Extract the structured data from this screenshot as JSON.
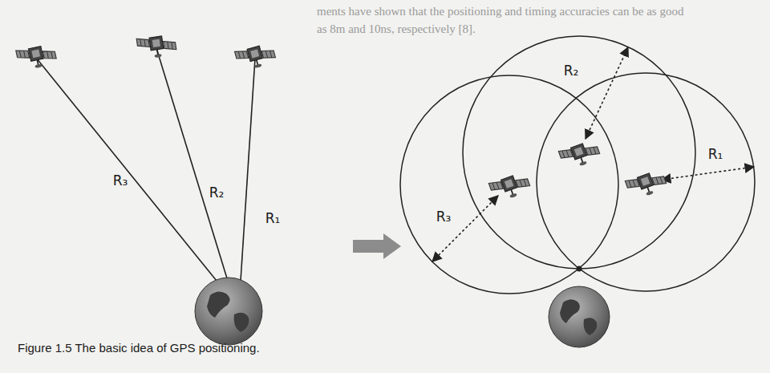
{
  "diagram": {
    "caption": "Figure 1.5 The basic idea of GPS positioning.",
    "labels": [
      "ments have shown that the positioning and timing accuracies can be as good",
      "as 8m and 10ns, respectively [8].",
      "R₃",
      "R₂",
      "R₁",
      "R₂",
      "R₁",
      "R₃"
    ]
  }
}
